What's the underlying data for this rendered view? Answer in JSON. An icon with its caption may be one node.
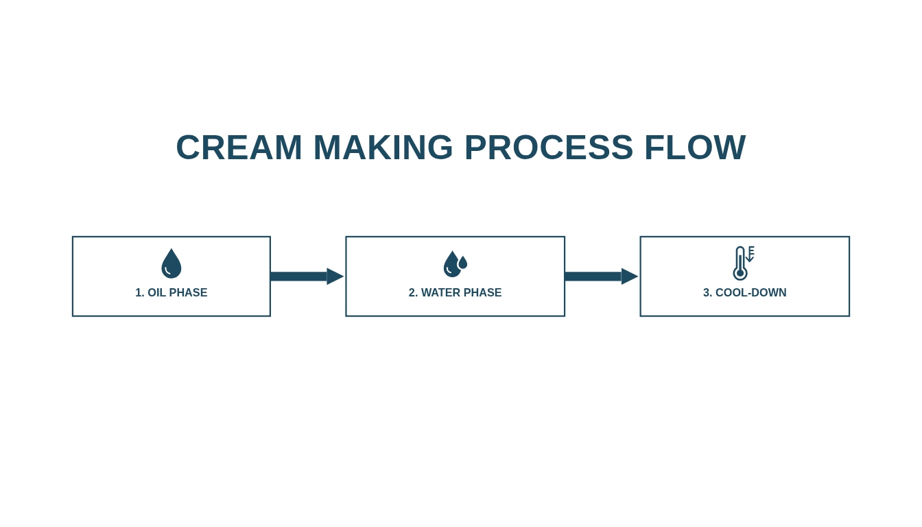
{
  "diagram": {
    "title": "CREAM MAKING PROCESS FLOW",
    "nodes": [
      {
        "text": [
          "1. OIL PHASE"
        ]
      },
      {
        "text": [
          "2. WATER PHASE"
        ]
      },
      {
        "text": [
          "3. COOL-DOWN"
        ]
      }
    ],
    "edges": [
      {
        "from": 0,
        "to": 1,
        "arrow": "to"
      },
      {
        "from": 1,
        "to": 2,
        "arrow": "to"
      }
    ]
  }
}
